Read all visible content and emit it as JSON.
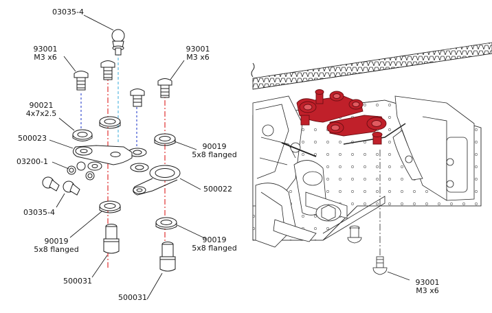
{
  "labels": {
    "l1": {
      "line1": "03035-4"
    },
    "l2": {
      "line1": "93001",
      "line2": "M3 x6"
    },
    "l3": {
      "line1": "93001",
      "line2": "M3 x6"
    },
    "l4": {
      "line1": "90021",
      "line2": "4x7x2.5"
    },
    "l5": {
      "line1": "500023"
    },
    "l6": {
      "line1": "03200-1"
    },
    "l7": {
      "line1": "03035-4"
    },
    "l8": {
      "line1": "90019",
      "line2": "5x8 flanged"
    },
    "l9": {
      "line1": "500022"
    },
    "l10": {
      "line1": "90019",
      "line2": "5x8 flanged"
    },
    "l11": {
      "line1": "90019",
      "line2": "5x8 flanged"
    },
    "l12": {
      "line1": "500031"
    },
    "l13": {
      "line1": "500031"
    },
    "l14": {
      "line1": "93001",
      "line2": "M3 x6"
    }
  },
  "colors": {
    "line": "#1a1a1a",
    "red_part": "#c0202a",
    "red_dash": "#e03030",
    "blue_dash": "#3a4fd0",
    "cyan_dash": "#58b8e0"
  }
}
